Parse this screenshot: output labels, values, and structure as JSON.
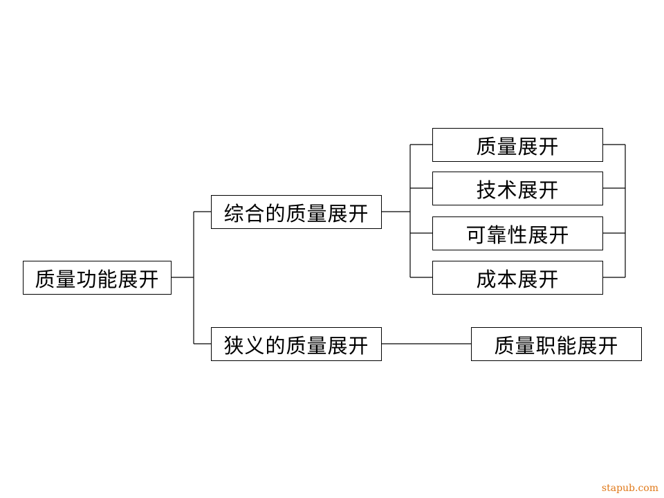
{
  "diagram": {
    "root": "质量功能展开",
    "broad": "综合的质量展开",
    "narrow": "狭义的质量展开",
    "broad_children": [
      "质量展开",
      "技术展开",
      "可靠性展开",
      "成本展开"
    ],
    "narrow_child": "质量职能展开"
  },
  "watermark": "stapub.com",
  "colors": {
    "line": "#000000",
    "box_border": "#000000",
    "watermark": "#e07818"
  }
}
